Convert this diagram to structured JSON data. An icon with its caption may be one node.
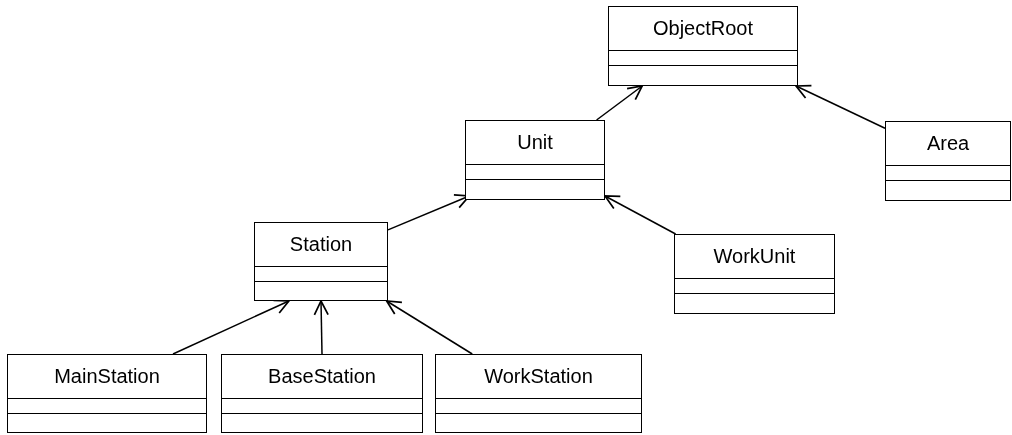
{
  "diagram": {
    "nodes": [
      {
        "text": [
          "ObjectRoot"
        ]
      },
      {
        "text": [
          "Unit"
        ]
      },
      {
        "text": [
          "Area"
        ]
      },
      {
        "text": [
          "Station"
        ]
      },
      {
        "text": [
          "WorkUnit"
        ]
      },
      {
        "text": [
          "MainStation"
        ]
      },
      {
        "text": [
          "BaseStation"
        ]
      },
      {
        "text": [
          "WorkStation"
        ]
      }
    ],
    "edges": [
      {
        "from": 1,
        "to": 0,
        "arrow": "to"
      },
      {
        "from": 2,
        "to": 0,
        "arrow": "to"
      },
      {
        "from": 3,
        "to": 1,
        "arrow": "to"
      },
      {
        "from": 4,
        "to": 1,
        "arrow": "to"
      },
      {
        "from": 5,
        "to": 3,
        "arrow": "to"
      },
      {
        "from": 6,
        "to": 3,
        "arrow": "to"
      },
      {
        "from": 7,
        "to": 3,
        "arrow": "to"
      }
    ]
  }
}
